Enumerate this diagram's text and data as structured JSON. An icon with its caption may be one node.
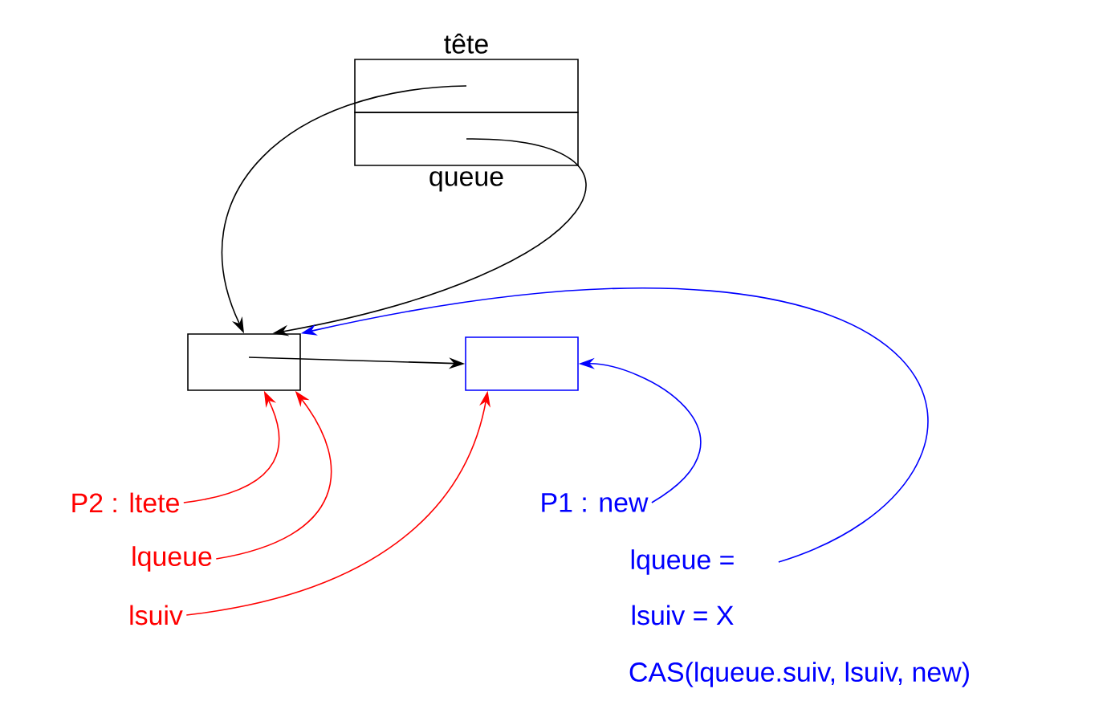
{
  "diagram": {
    "nodes": [
      {
        "text": [
          "tête"
        ]
      },
      {
        "text": [
          "queue"
        ]
      },
      {
        "text": [],
        "shape": "box"
      },
      {
        "text": [],
        "shape": "box"
      },
      {
        "text": [
          "P2 : ltete"
        ]
      },
      {
        "text": [
          "lqueue"
        ]
      },
      {
        "text": [
          "lsuiv"
        ]
      },
      {
        "text": [
          "P1 : new"
        ]
      },
      {
        "text": [
          "lqueue ="
        ]
      }
    ],
    "edges": [
      {
        "from": 0,
        "to": 2,
        "arrow": "to"
      },
      {
        "from": 1,
        "to": 2,
        "arrow": "to"
      },
      {
        "from": 2,
        "to": 3,
        "arrow": "to"
      },
      {
        "from": 4,
        "to": 2,
        "arrow": "to",
        "color": "#ff0000"
      },
      {
        "from": 5,
        "to": 2,
        "arrow": "to",
        "color": "#ff0000"
      },
      {
        "from": 6,
        "to": 3,
        "arrow": "to",
        "color": "#ff0000"
      },
      {
        "from": 7,
        "to": 3,
        "arrow": "to",
        "color": "#0000ff"
      },
      {
        "from": 8,
        "to": 2,
        "arrow": "to",
        "color": "#0000ff"
      }
    ],
    "labels": [
      "lsuiv = X",
      "CAS(lqueue.suiv, lsuiv, new)"
    ]
  }
}
